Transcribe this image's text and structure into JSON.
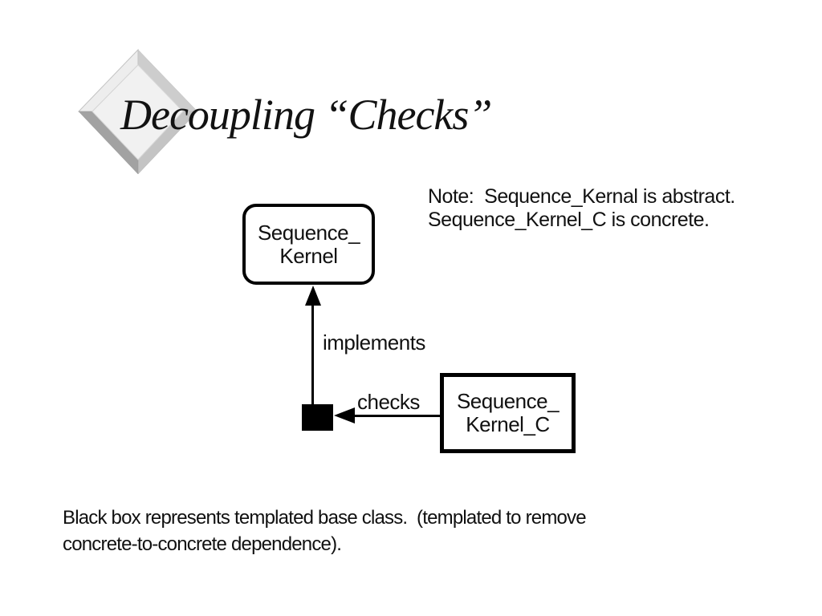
{
  "title": {
    "text": "Decoupling “Checks”"
  },
  "note": {
    "line1": "Note:  Sequence_Kernal is abstract.",
    "line2": "Sequence_Kernel_C is concrete."
  },
  "diagram": {
    "kernel_box": {
      "line1": "Sequence_",
      "line2": "Kernel"
    },
    "kernel_c_box": {
      "line1": "Sequence_",
      "line2": "Kernel_C"
    },
    "implements_label": "implements",
    "checks_label": "checks"
  },
  "caption": {
    "line1": "Black box represents templated base class.  (templated to remove",
    "line2": "concrete-to-concrete dependence)."
  },
  "colors": {
    "background": "#ffffff",
    "text": "#111111",
    "stroke": "#000000",
    "diamond_face": "#f1f1f1",
    "diamond_bevel_light": "#ededed",
    "diamond_bevel_top_right": "#cdcdcd",
    "diamond_bevel_bottom_right": "#c4c4c4",
    "diamond_bevel_dark": "#a2a2a2"
  }
}
